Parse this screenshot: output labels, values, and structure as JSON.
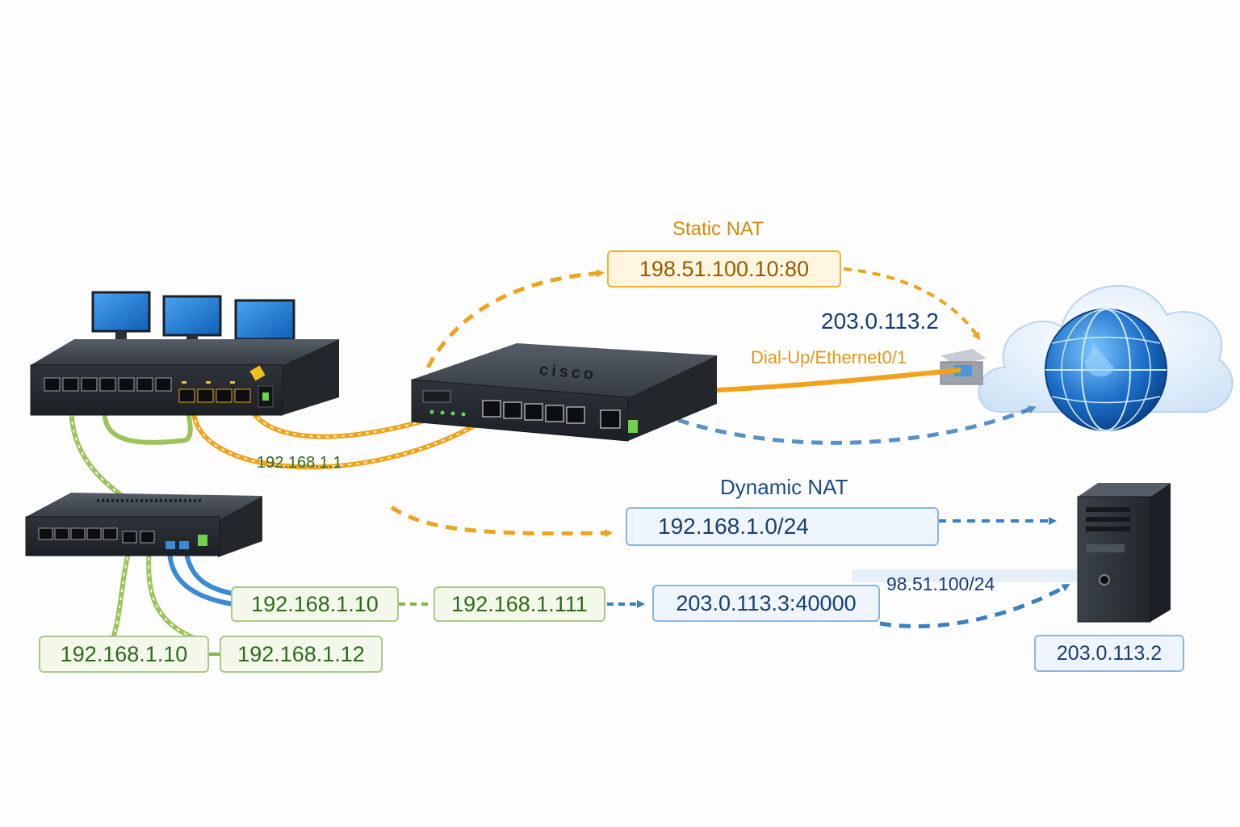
{
  "static_nat": {
    "title": "Static NAT",
    "mapping": "198.51.100.10:80",
    "public_ip": "203.0.113.2",
    "interface": "Dial-Up/Ethernet0/1"
  },
  "dynamic_nat": {
    "title": "Dynamic NAT",
    "pool": "192.168.1.0/24",
    "subnet": "98.51.100/24",
    "translated": "203.0.113.3:40000"
  },
  "lan": {
    "gateway": "192.168.1.1",
    "hosts": [
      "192.168.1.10",
      "192.168.1.111",
      "192.168.1.10",
      "192.168.1.12"
    ]
  },
  "server": {
    "ip": "203.0.113.2"
  },
  "router": {
    "brand": "cisco"
  },
  "colors": {
    "orange": "#f0a21a",
    "blue": "#3a7fc0",
    "green": "#8ab34a",
    "device": "#2b3037"
  }
}
